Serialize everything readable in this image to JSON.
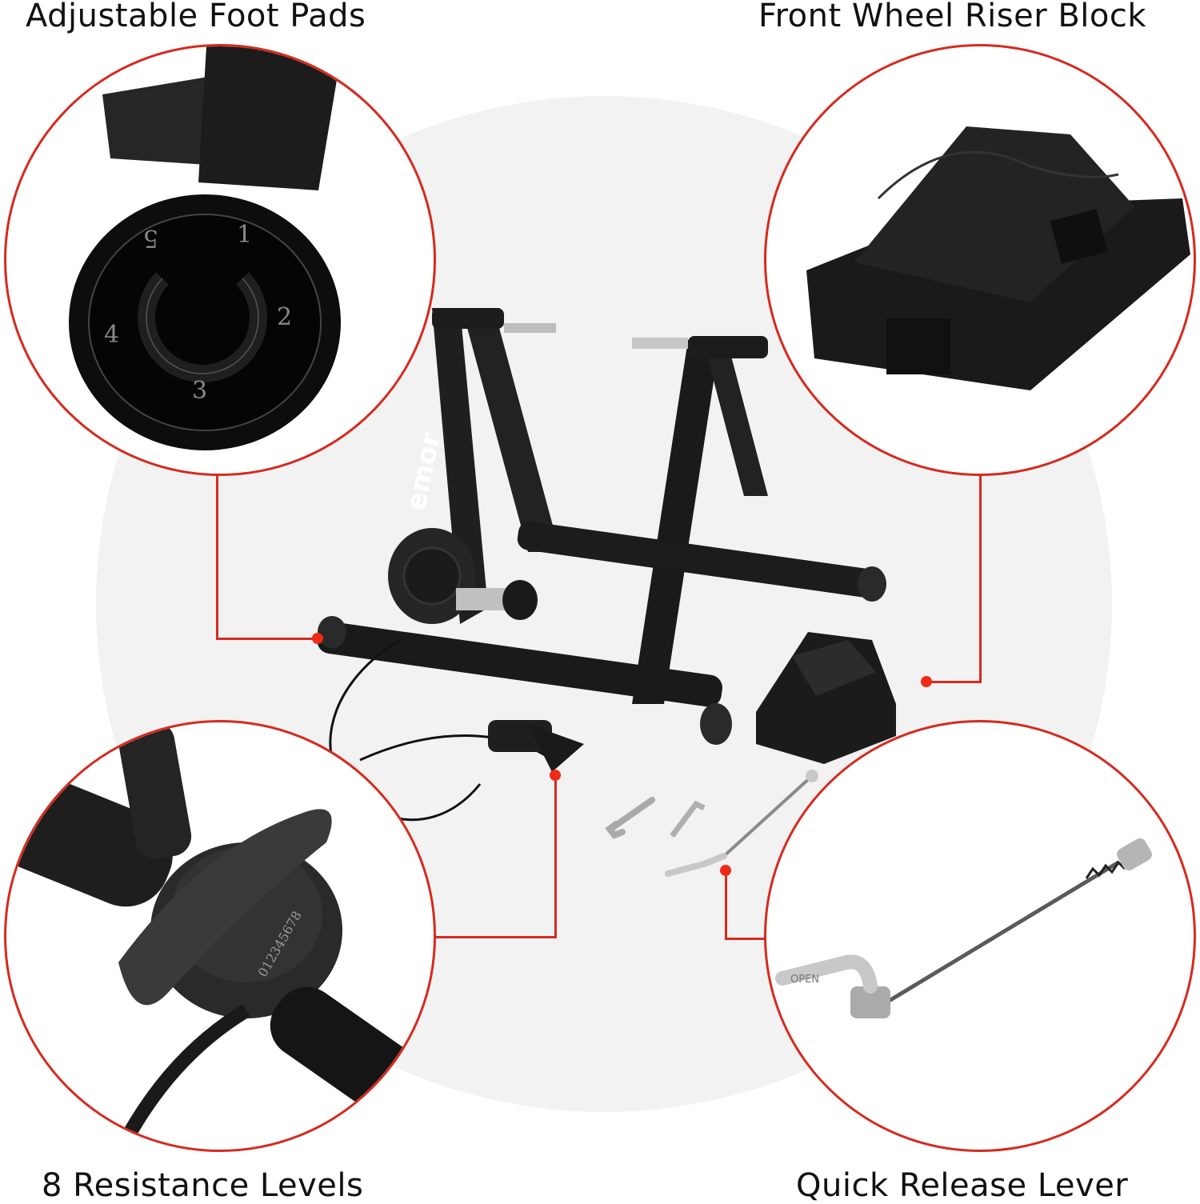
{
  "features": [
    {
      "id": "foot-pads",
      "label": "Adjustable Foot Pads",
      "detail": "adjustable-foot-pad-dial",
      "dial_numbers": [
        "1",
        "2",
        "3",
        "4",
        "5"
      ]
    },
    {
      "id": "riser-block",
      "label": "Front Wheel Riser Block",
      "detail": "front-wheel-riser-block"
    },
    {
      "id": "resistance",
      "label": "8 Resistance Levels",
      "detail": "handlebar-resistance-shifter",
      "dial_numbers": [
        "0",
        "1",
        "2",
        "3",
        "4",
        "5",
        "6",
        "7",
        "8"
      ]
    },
    {
      "id": "quick-release",
      "label": "Quick Release Lever",
      "detail": "quick-release-skewer",
      "lever_text": "OPEN"
    }
  ],
  "product": {
    "brand_partial": "emor",
    "name": "bike-trainer-stand"
  },
  "colors": {
    "accent": "#d62a1e",
    "dot": "#ee2b17",
    "background_disc": "#f2f2f2",
    "product": "#1a1a1a"
  }
}
